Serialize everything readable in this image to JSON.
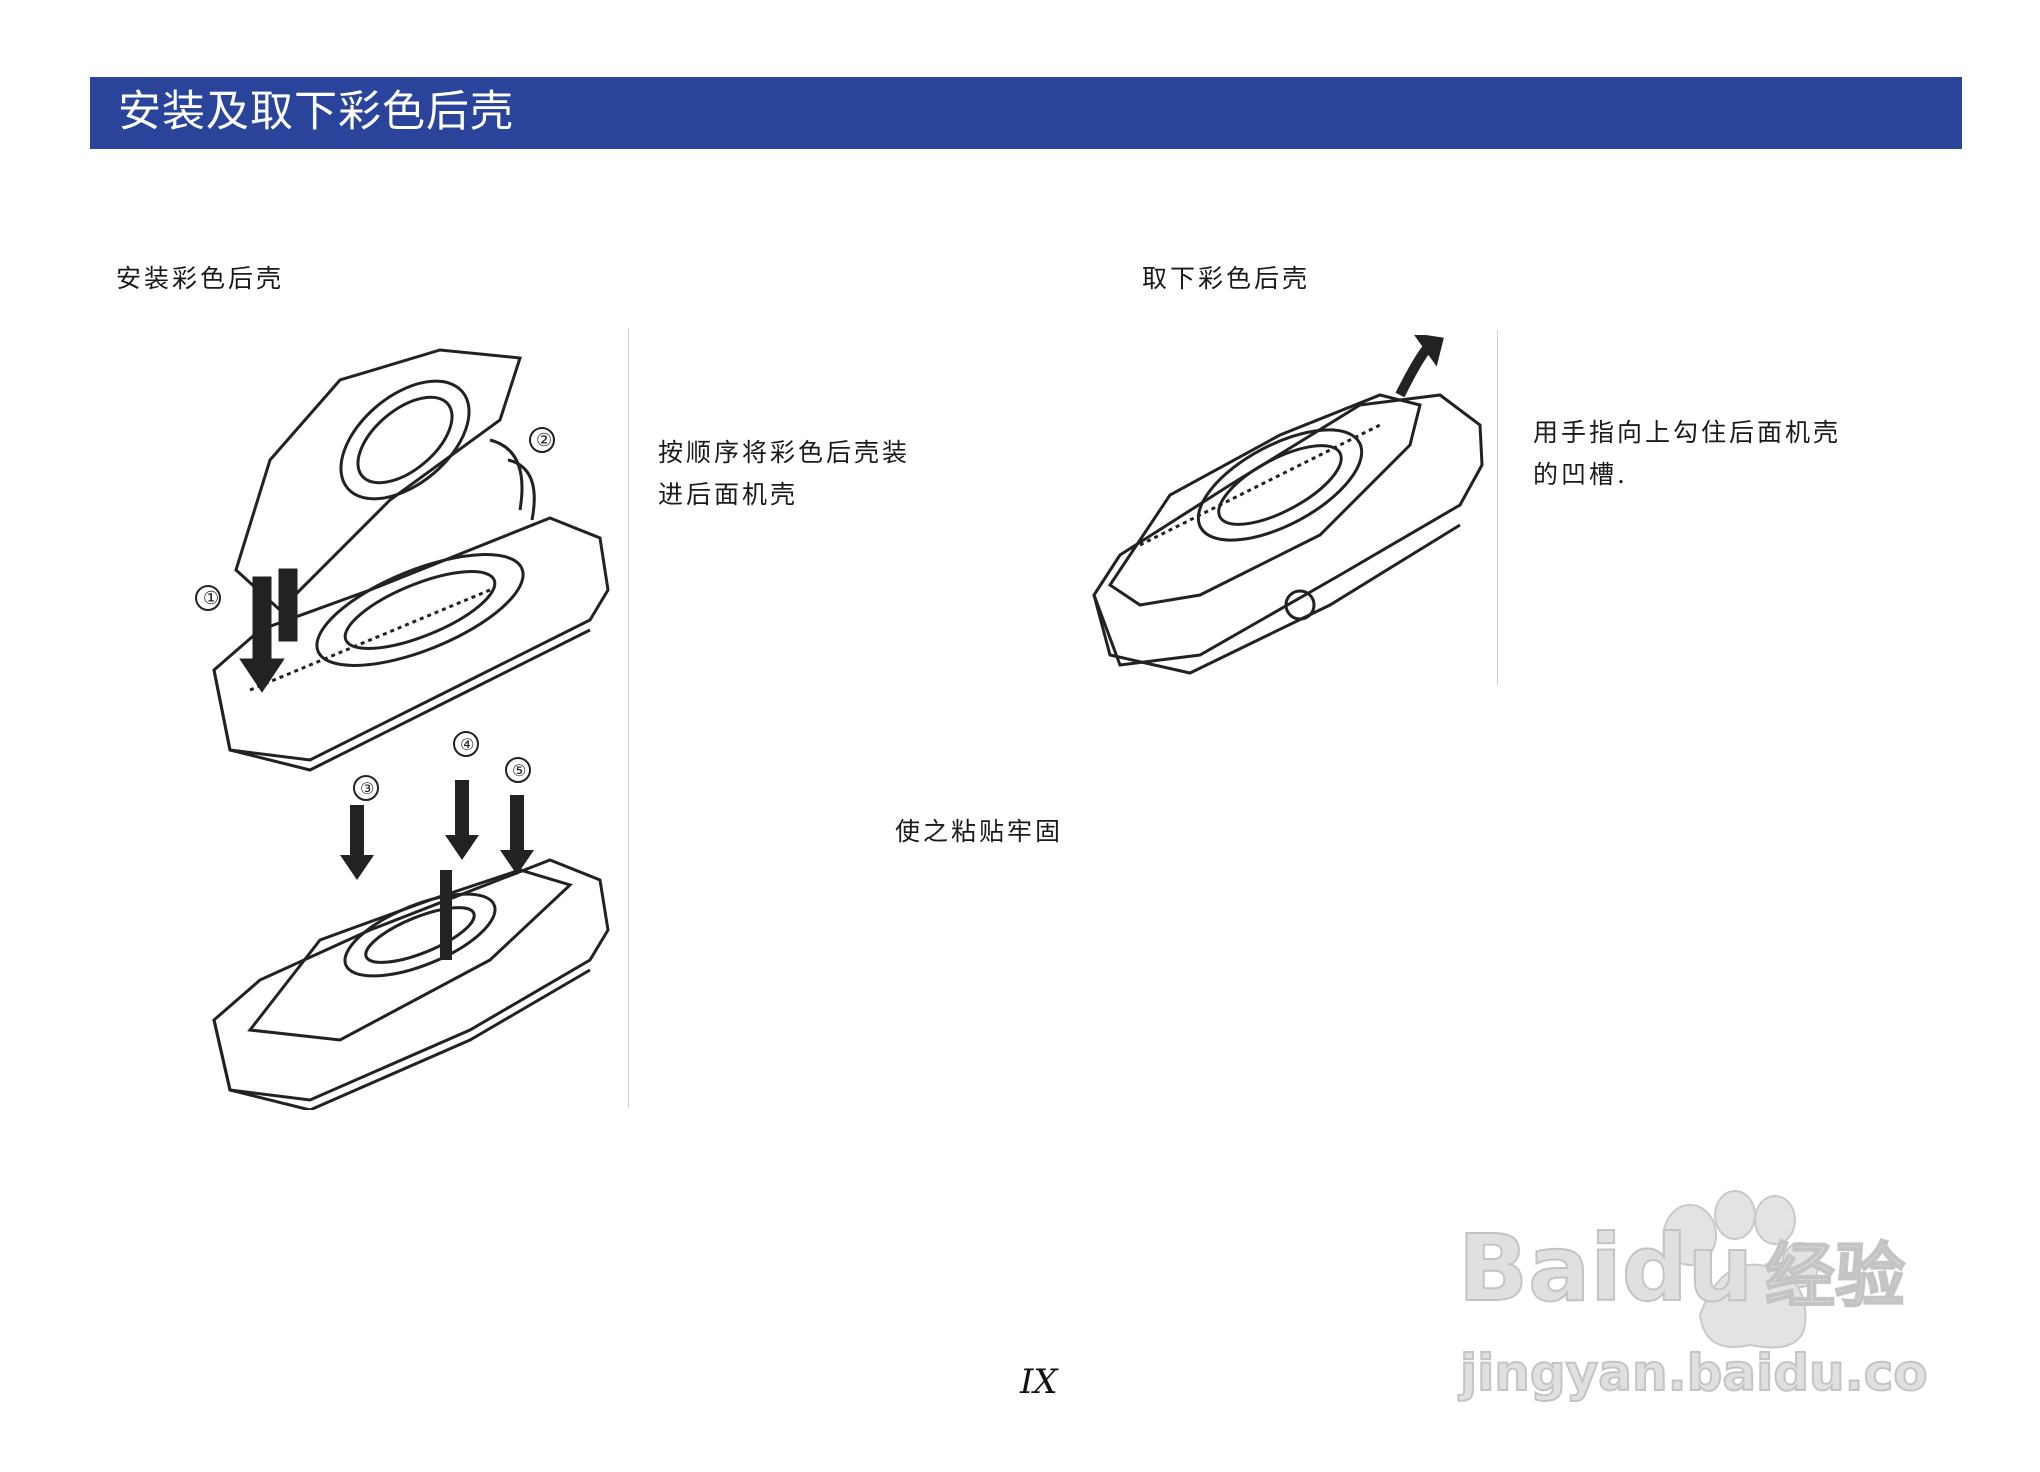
{
  "header": {
    "title": "安装及取下彩色后壳"
  },
  "install": {
    "heading": "安装彩色后壳",
    "instruction_line1": "按顺序将彩色后壳装",
    "instruction_line2": "进后面机壳",
    "note": "使之粘贴牢固",
    "step_labels": [
      "①",
      "②",
      "③",
      "④",
      "⑤"
    ]
  },
  "remove": {
    "heading": "取下彩色后壳",
    "instruction_line1": "用手指向上勾住后面机壳",
    "instruction_line2": "的凹槽."
  },
  "footer": {
    "page_number": "IX"
  },
  "watermark": {
    "brand": "Baidu",
    "suffix": "经验",
    "url": "jingyan.baidu.com"
  },
  "colors": {
    "title_bar": "#2a439b",
    "title_text": "#ffffff",
    "divider": "#cfcfcf",
    "watermark": "#d6d6d6"
  }
}
